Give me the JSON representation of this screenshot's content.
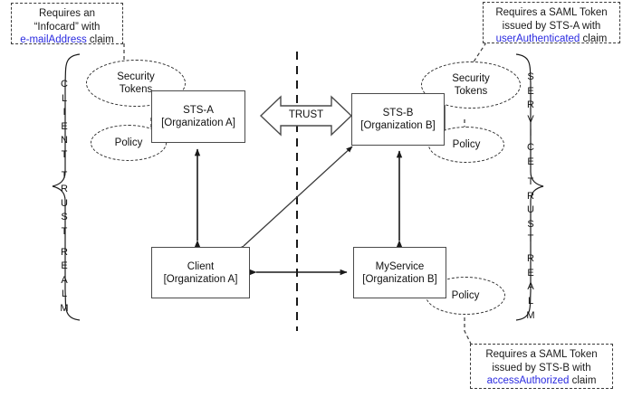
{
  "diagram": {
    "title": "Cross-realm federated trust diagram",
    "accent_claim_color": "#2a2ae0",
    "line_color": "#4a4a4a",
    "dash_color": "#2f2f2f"
  },
  "callouts": [
    {
      "id": "infocard",
      "line1": "Requires an",
      "line2": "“Infocard” with",
      "claim": "e-mailAddress",
      "line3_suffix": " claim"
    },
    {
      "id": "saml-sts-a",
      "line1": "Requires a SAML Token",
      "line2": "issued by STS-A with",
      "claim": "userAuthenticated",
      "line3_suffix": " claim"
    },
    {
      "id": "saml-sts-b",
      "line1": "Requires a SAML Token",
      "line2": "issued by STS-B with",
      "claim": "accessAuthorized",
      "line3_suffix": " claim"
    }
  ],
  "nodes": {
    "sts_a": {
      "name": "STS-A",
      "org": "[Organization A]"
    },
    "sts_b": {
      "name": "STS-B",
      "org": "[Organization B]"
    },
    "client": {
      "name": "Client",
      "org": "[Organization A]"
    },
    "myservice": {
      "name": "MyService",
      "org": "[Organization B]"
    }
  },
  "ellipses": {
    "security_tokens_a": {
      "line1": "Security",
      "line2": "Tokens"
    },
    "policy_a": {
      "line1": "Policy"
    },
    "security_tokens_b": {
      "line1": "Security",
      "line2": "Tokens"
    },
    "policy_b": {
      "line1": "Policy"
    },
    "policy_service": {
      "line1": "Policy"
    }
  },
  "trust_arrow": {
    "label": "TRUST"
  },
  "realms": {
    "left": {
      "word1": "CLIENT",
      "word2": "TRUST",
      "word3": "REALM"
    },
    "right": {
      "word1": "SERVICE",
      "word2": "TRUST",
      "word3": "REALM"
    }
  }
}
